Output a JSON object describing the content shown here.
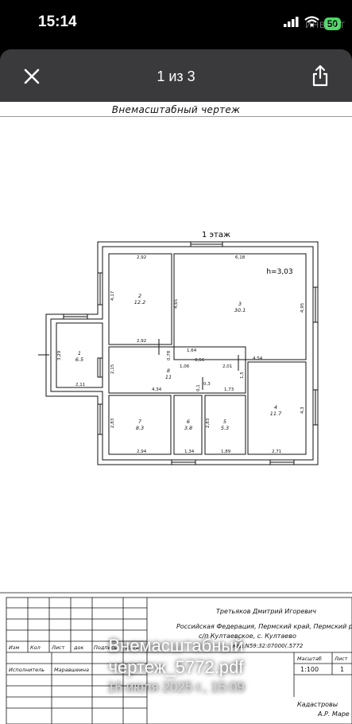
{
  "status_bar": {
    "time": "15:14",
    "battery": "50",
    "watermark": "ИНВЕСТ"
  },
  "viewer": {
    "page_indicator": "1 из 3"
  },
  "document": {
    "title": "Внемасштабный чертеж",
    "floor_label": "1 этаж",
    "height_label": "h=3,03",
    "rooms": [
      {
        "number": "1",
        "area": "6.5"
      },
      {
        "number": "2",
        "area": "12.2"
      },
      {
        "number": "3",
        "area": "30.1"
      },
      {
        "number": "4",
        "area": "11.7"
      },
      {
        "number": "5",
        "area": "5.3"
      },
      {
        "number": "6",
        "area": "3.8"
      },
      {
        "number": "7",
        "area": "8.3"
      },
      {
        "number": "8",
        "area": "11"
      }
    ],
    "dimensions": [
      "2,92",
      "4,17",
      "6,18",
      "4,65",
      "4,95",
      "2,92",
      "1,64",
      "0,78",
      "3,29",
      "2,11",
      "2,15",
      "1,06",
      "0,56",
      "2,01",
      "4,54",
      "1,5",
      "4,34",
      "0,3",
      "1,73",
      "0,1",
      "2,83",
      "2,94",
      "2,83",
      "1,34",
      "1,89",
      "2,71",
      "4,3"
    ],
    "title_block": {
      "owner": "Третьяков Дмитрий Игоревич",
      "address_line1": "Российская Федерация, Пермский край, Пермский р",
      "address_line2": "с/п Култаевское, с. Култаево",
      "address_line3": "кад.N59:32:07000(.5772",
      "col_izm": "Изм",
      "col_kol": "Кол",
      "col_list": "Лист",
      "col_dok": "док",
      "col_podpis": "Подпись",
      "col_data": "Дата",
      "ispolnitel": "Исполнитель",
      "performer": "Маравшеина",
      "masshtab_label": "Масштаб",
      "list_label": "Лист",
      "scale": "1:100",
      "sheet": "1",
      "kadastr": "Кадастровы",
      "kadastr_name": "А.Р. Маре"
    }
  },
  "caption": {
    "file_name_line1": "Внемасштабный",
    "file_name_line2": "чертеж_5772.pdf",
    "date": "16 июля 2025 г., 15:09"
  }
}
